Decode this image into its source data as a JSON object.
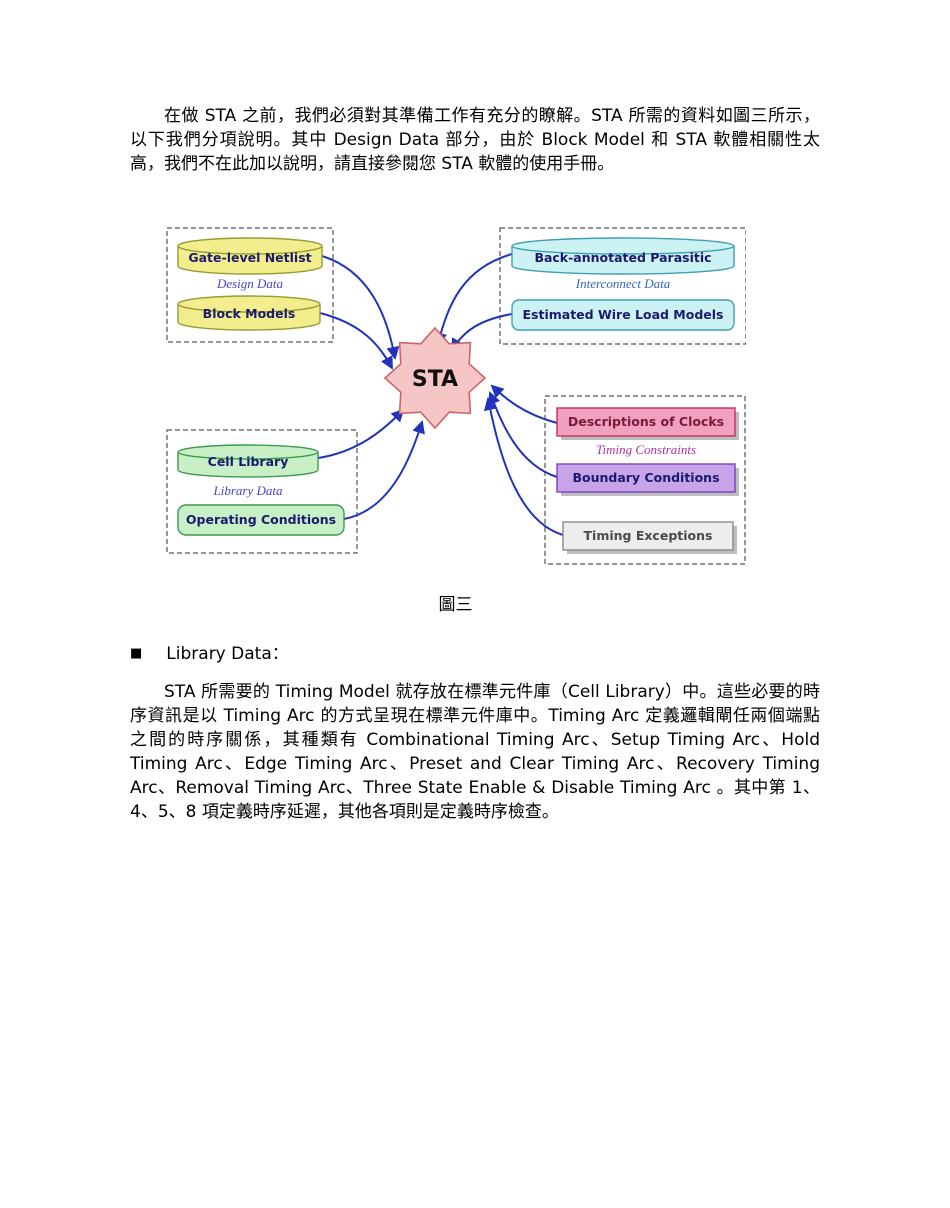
{
  "text": {
    "paragraph1": "在做 STA 之前，我們必須對其準備工作有充分的瞭解。STA 所需的資料如圖三所示，以下我們分項說明。其中 Design Data 部分，由於 Block Model 和 STA 軟體相關性太高，我們不在此加以說明，請直接參閱您 STA 軟體的使用手冊。",
    "bullet": "■",
    "section_title": "Library Data：",
    "paragraph2": "STA 所需要的 Timing Model 就存放在標準元件庫（Cell Library）中。這些必要的時序資訊是以 Timing Arc 的方式呈現在標準元件庫中。Timing Arc 定義邏輯閘任兩個端點之間的時序關係，其種類有 Combinational Timing Arc、Setup Timing Arc、Hold Timing Arc、Edge Timing Arc、Preset and Clear Timing Arc、Recovery Timing Arc、Removal Timing Arc、Three State Enable & Disable Timing Arc 。其中第 1、4、5、8 項定義時序延遲，其他各項則是定義時序檢查。"
  },
  "figure": {
    "caption": "圖三",
    "sta": "STA",
    "groups": {
      "design": {
        "label": "Design Data",
        "items": [
          "Gate-level Netlist",
          "Block Models"
        ]
      },
      "interconnect": {
        "label": "Interconnect Data",
        "items": [
          "Back-annotated Parasitic",
          "Estimated Wire Load Models"
        ]
      },
      "library": {
        "label": "Library Data",
        "items": [
          "Cell Library",
          "Operating Conditions"
        ]
      },
      "constraints": {
        "label": "Timing Constraints",
        "items": [
          "Descriptions of Clocks",
          "Boundary Conditions",
          "Timing Exceptions"
        ]
      }
    }
  },
  "colors": {
    "arrow_blue": "#2233bb",
    "sta_fill": "#f6c5c5",
    "sta_stroke": "#cc6666",
    "design_fill": "#f3ee8d",
    "interconnect_fill": "#cdf2f4",
    "library_fill": "#c9efc7",
    "clocks_fill": "#f2a0c0",
    "boundary_fill": "#c7a3e8",
    "exceptions_fill": "#ededed",
    "design_label": "#4444cc",
    "interconnect_label": "#3366bb",
    "library_label": "#4444cc",
    "constraints_label": "#b03399"
  }
}
